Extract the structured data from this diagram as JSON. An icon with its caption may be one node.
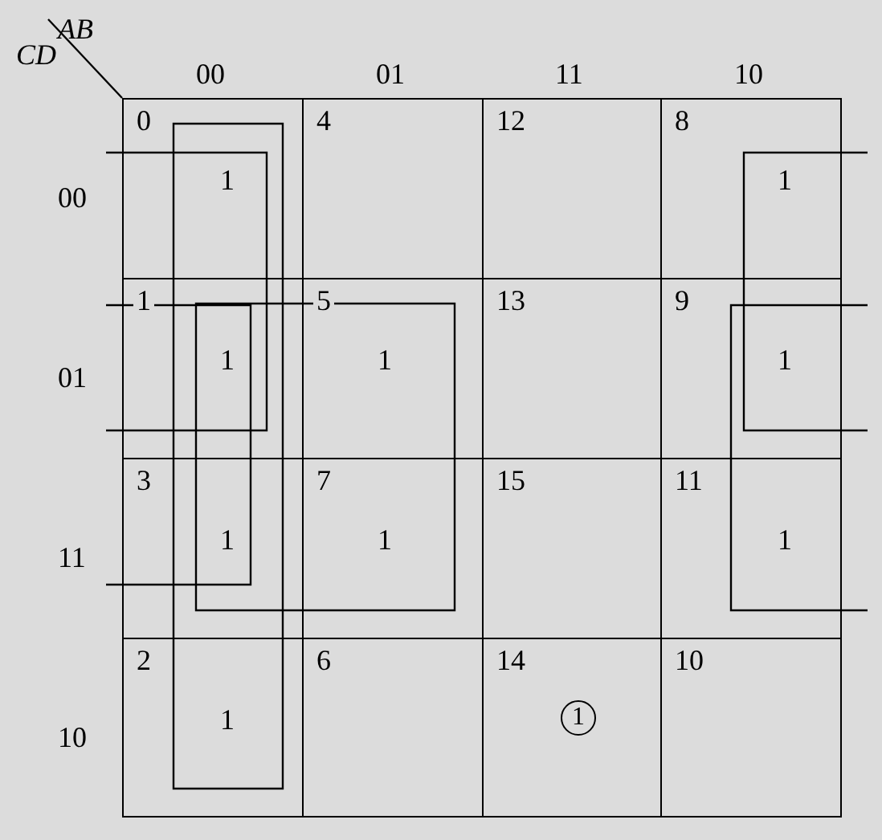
{
  "diagram": {
    "labels": [
      "AB",
      "CD",
      "00",
      "01",
      "11",
      "10",
      "00",
      "0",
      "1",
      "4",
      "12",
      "8",
      "1",
      "01",
      "1",
      "1",
      "5",
      "1",
      "13",
      "9",
      "1",
      "11",
      "3",
      "1",
      "7",
      "1",
      "15",
      "11",
      "1",
      "10",
      "2",
      "1",
      "6",
      "14",
      "1",
      "10"
    ]
  }
}
